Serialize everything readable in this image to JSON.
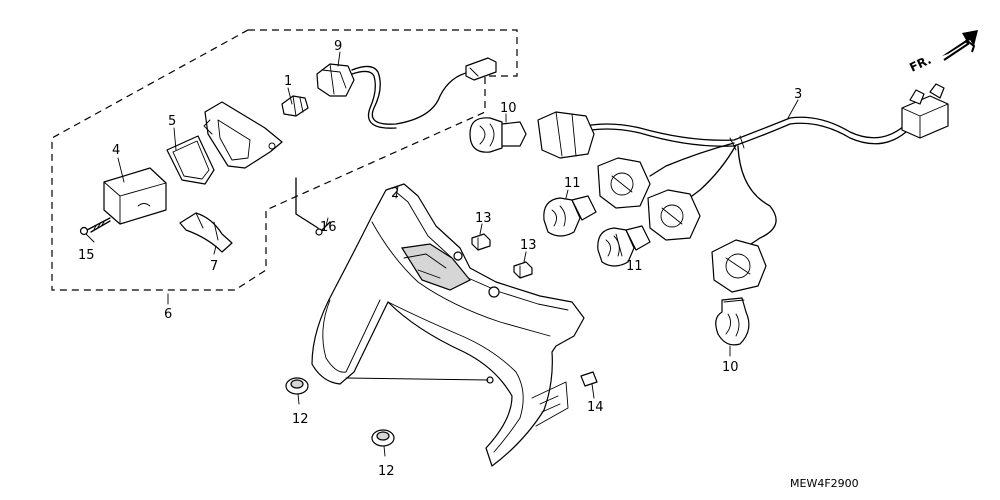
{
  "diagram_code": "MEW4F2900",
  "front_indicator": "FR.",
  "callouts": {
    "c1": "1",
    "c2": "2",
    "c3": "3",
    "c4": "4",
    "c5": "5",
    "c6": "6",
    "c7": "7",
    "c9": "9",
    "c10a": "10",
    "c10b": "10",
    "c11a": "11",
    "c11b": "11",
    "c12a": "12",
    "c12b": "12",
    "c13a": "13",
    "c13b": "13",
    "c14": "14",
    "c15": "15",
    "c16": "16"
  }
}
